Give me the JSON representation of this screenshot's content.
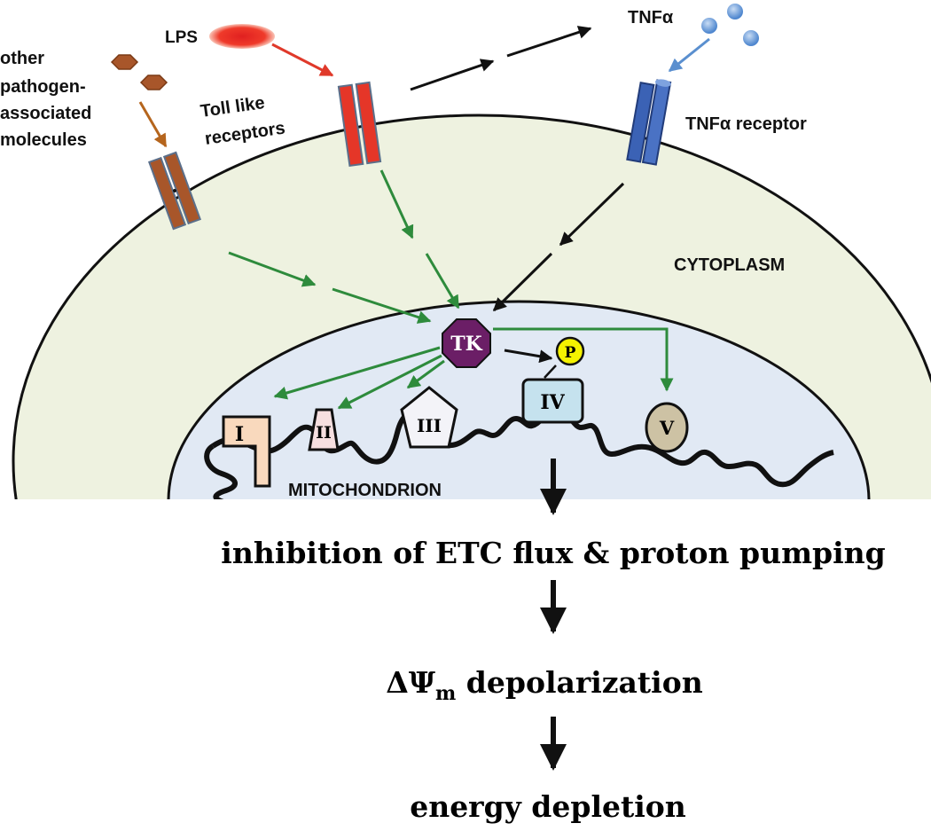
{
  "labels": {
    "lps": "LPS",
    "tnf_alpha": "TNFα",
    "other_line1": "other",
    "other_line2": "pathogen-",
    "other_line3": "associated",
    "other_line4": "molecules",
    "toll_line1": "Toll like",
    "toll_line2": "receptors",
    "tnf_receptor": "TNFα receptor",
    "cytoplasm": "CYTOPLASM",
    "mitochondrion": "MITOCHONDRION",
    "tk": "TK",
    "phospho": "P"
  },
  "complexes": {
    "c1": "I",
    "c2": "II",
    "c3": "III",
    "c4": "IV",
    "c5": "V"
  },
  "cascade": {
    "step1": "inhibition of ETC flux & proton pumping",
    "step2_delta": "ΔΨ",
    "step2_sub": "m",
    "step2_rest": " depolarization",
    "step3": "energy depletion"
  },
  "colors": {
    "cell_fill": "#eef2e0",
    "mito_fill": "#e1e9f4",
    "green_arrow": "#2e8b3c",
    "red_arrow": "#e0392a",
    "blue_arrow": "#5a8fcf",
    "brown_arrow": "#b5651d",
    "tk_fill": "#6b1e66",
    "phospho_fill": "#f5f200",
    "complex_i": "#f9d9bd",
    "complex_ii": "#f6dfe0",
    "complex_iii": "#f3f3f8",
    "complex_iv": "#c5e2ee",
    "complex_v": "#cdc2a4"
  }
}
